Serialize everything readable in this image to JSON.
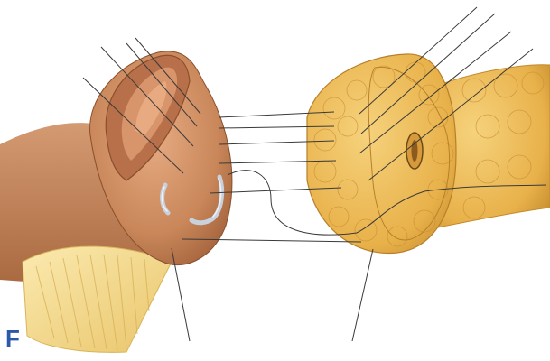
{
  "figure": {
    "panel_letter": "F",
    "colors": {
      "panel_letter": "#2a5aa8",
      "leader_lines": "#3a3a3a",
      "tissue_skin": "#c9875a",
      "tissue_skin_dark": "#9a5a34",
      "bowel_yellow": "#e8b14a",
      "bowel_highlight": "#f6d27c",
      "muscle_fibers": "#f3d98a",
      "suture": "#c9d2dc"
    },
    "structures": [
      "stoma-cuff",
      "bowel-segment",
      "muscle-strip",
      "sutures",
      "mucosal-opening"
    ]
  }
}
